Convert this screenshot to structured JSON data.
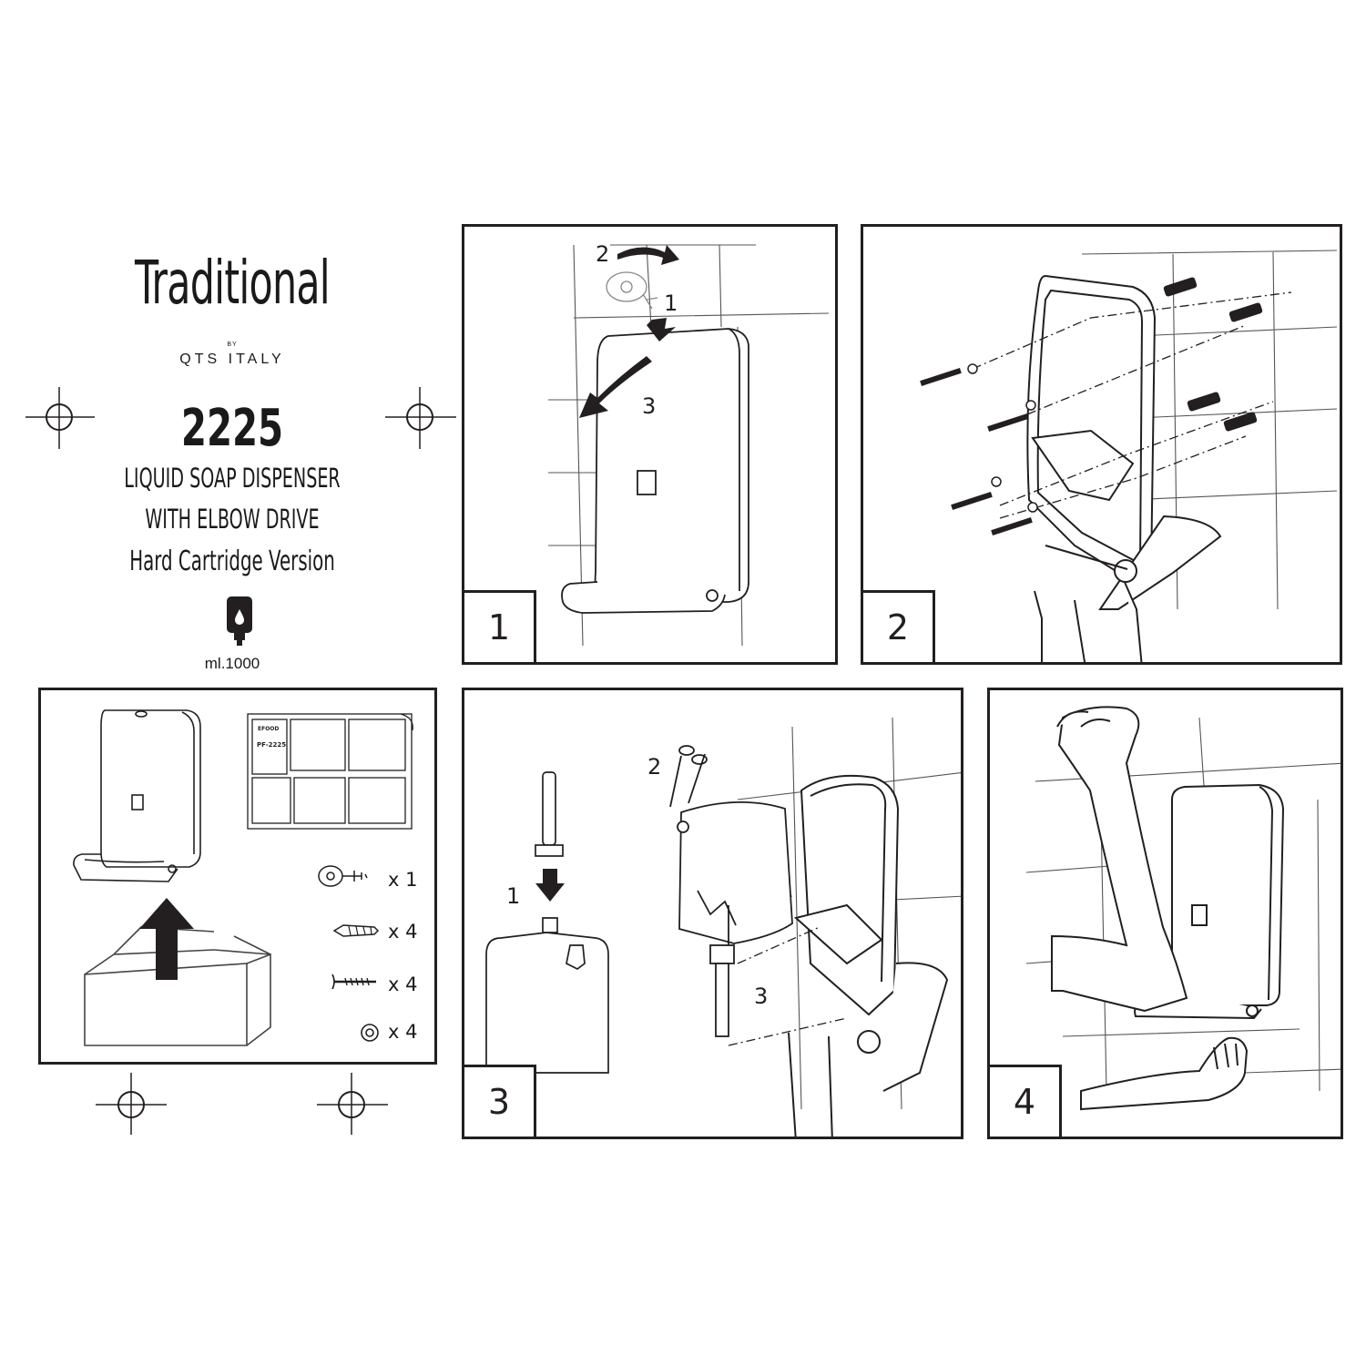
{
  "brand": {
    "title": "Traditional",
    "by": "BY",
    "maker": "QTS ITALY"
  },
  "product": {
    "model": "2225",
    "line1": "LIQUID SOAP DISPENSER",
    "line2": "WITH ELBOW DRIVE",
    "line3": "Hard Cartridge Version",
    "volume": "ml.1000"
  },
  "contents": {
    "items": [
      {
        "icon": "key-icon",
        "qty": "x 1"
      },
      {
        "icon": "wall-plug-icon",
        "qty": "x 4"
      },
      {
        "icon": "screw-icon",
        "qty": "x 4"
      },
      {
        "icon": "washer-icon",
        "qty": "x 4"
      }
    ]
  },
  "steps": [
    {
      "number": "1",
      "callouts": [
        "2",
        "1",
        "3"
      ]
    },
    {
      "number": "2"
    },
    {
      "number": "3",
      "callouts": [
        "2",
        "1",
        "3"
      ]
    },
    {
      "number": "4"
    }
  ],
  "colors": {
    "ink": "#231f20",
    "background": "#ffffff"
  }
}
